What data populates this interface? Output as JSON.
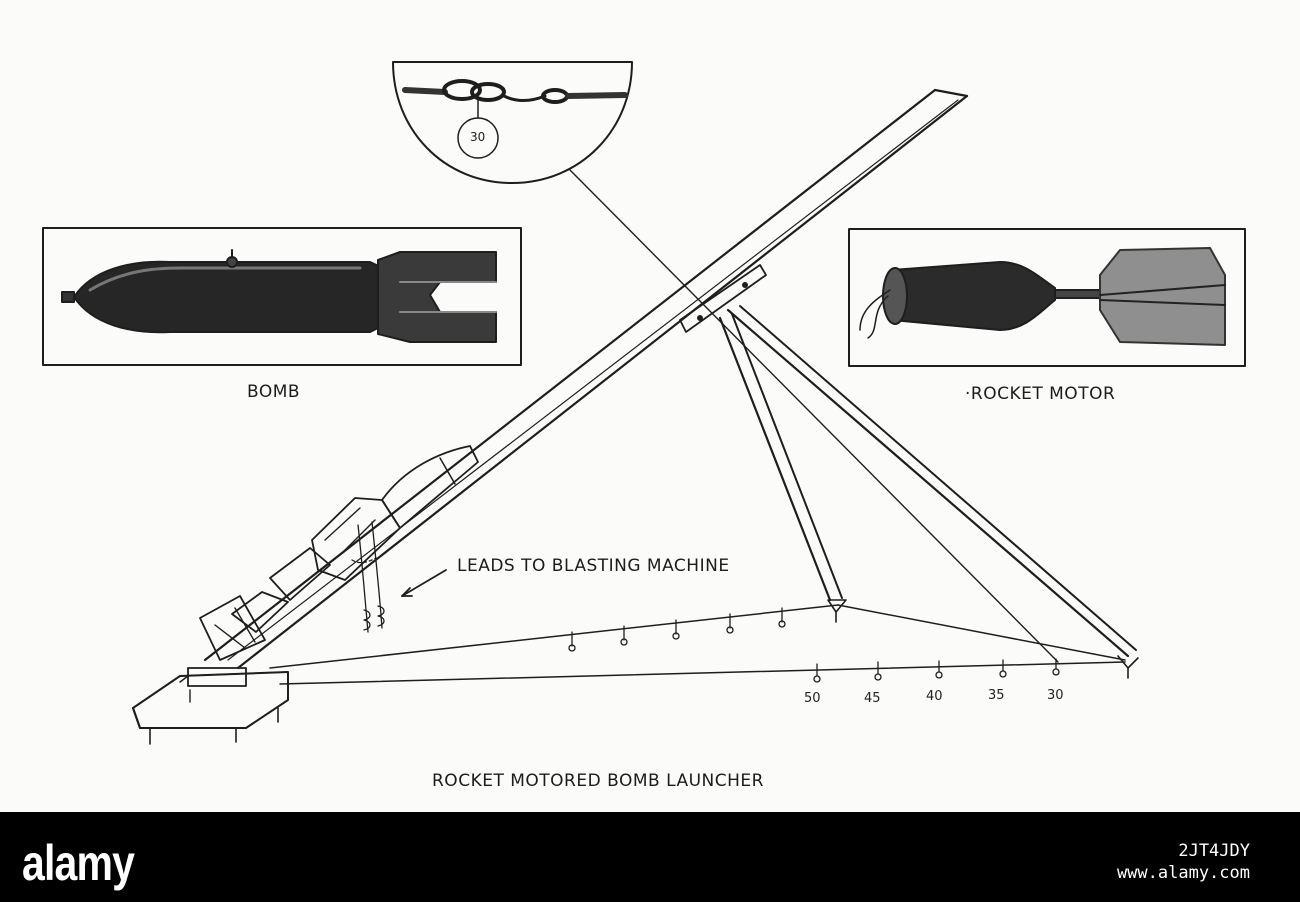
{
  "labels": {
    "bomb": "BOMB",
    "rocket_motor": "·ROCKET MOTOR",
    "leads": "LEADS TO BLASTING MACHINE",
    "title": "ROCKET MOTORED BOMB LAUNCHER",
    "inset_stake": "30"
  },
  "range_marks": [
    "50",
    "45",
    "40",
    "35",
    "30"
  ],
  "footer": {
    "brand": "alamy",
    "image_id": "2JT4JDY",
    "site": "www.alamy.com"
  }
}
